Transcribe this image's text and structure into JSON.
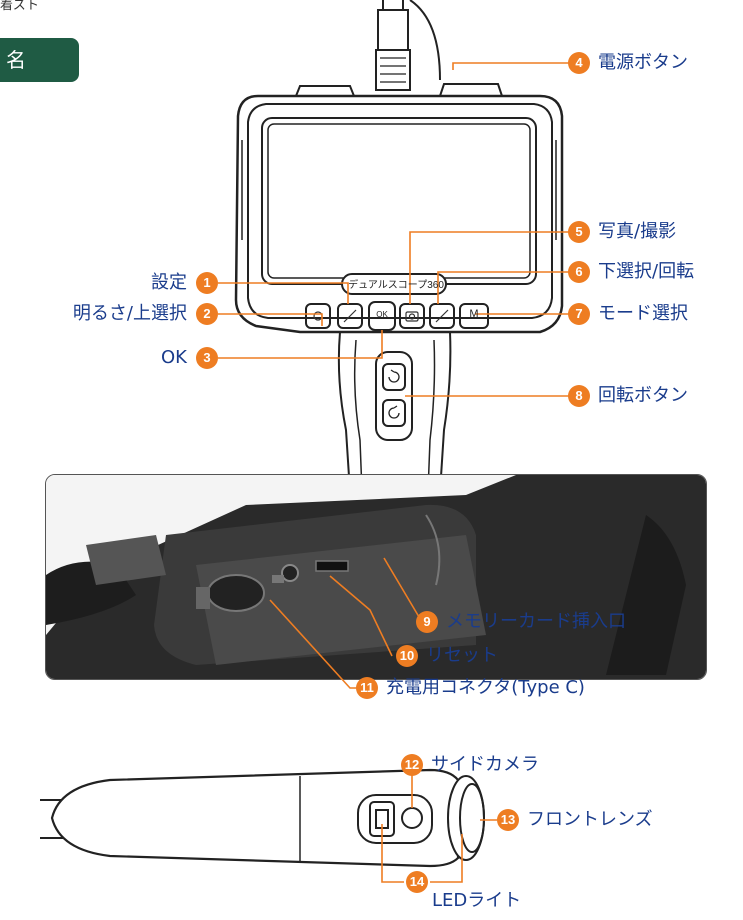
{
  "header": {
    "corner_text": "着ズト",
    "title": "名 称"
  },
  "screen_label": "デュアルスコープ360",
  "buttons": {
    "ok": "OK",
    "mode": "M"
  },
  "callouts": [
    {
      "num": "1",
      "label": "設定"
    },
    {
      "num": "2",
      "label": "明るさ/上選択"
    },
    {
      "num": "3",
      "label": "OK"
    },
    {
      "num": "4",
      "label": "電源ボタン"
    },
    {
      "num": "5",
      "label": "写真/撮影"
    },
    {
      "num": "6",
      "label": "下選択/回転"
    },
    {
      "num": "7",
      "label": "モード選択"
    },
    {
      "num": "8",
      "label": "回転ボタン"
    },
    {
      "num": "9",
      "label": "メモリーカード挿入口"
    },
    {
      "num": "10",
      "label": "リセット"
    },
    {
      "num": "11",
      "label": "充電用コネクタ(Type C)"
    },
    {
      "num": "12",
      "label": "サイドカメラ"
    },
    {
      "num": "13",
      "label": "フロントレンズ"
    },
    {
      "num": "14",
      "label": "LEDライト"
    }
  ],
  "colors": {
    "accent": "#ee7d22",
    "label_text": "#1a3c8c",
    "title_bg": "#1f5b44",
    "line": "#ee7d22"
  }
}
